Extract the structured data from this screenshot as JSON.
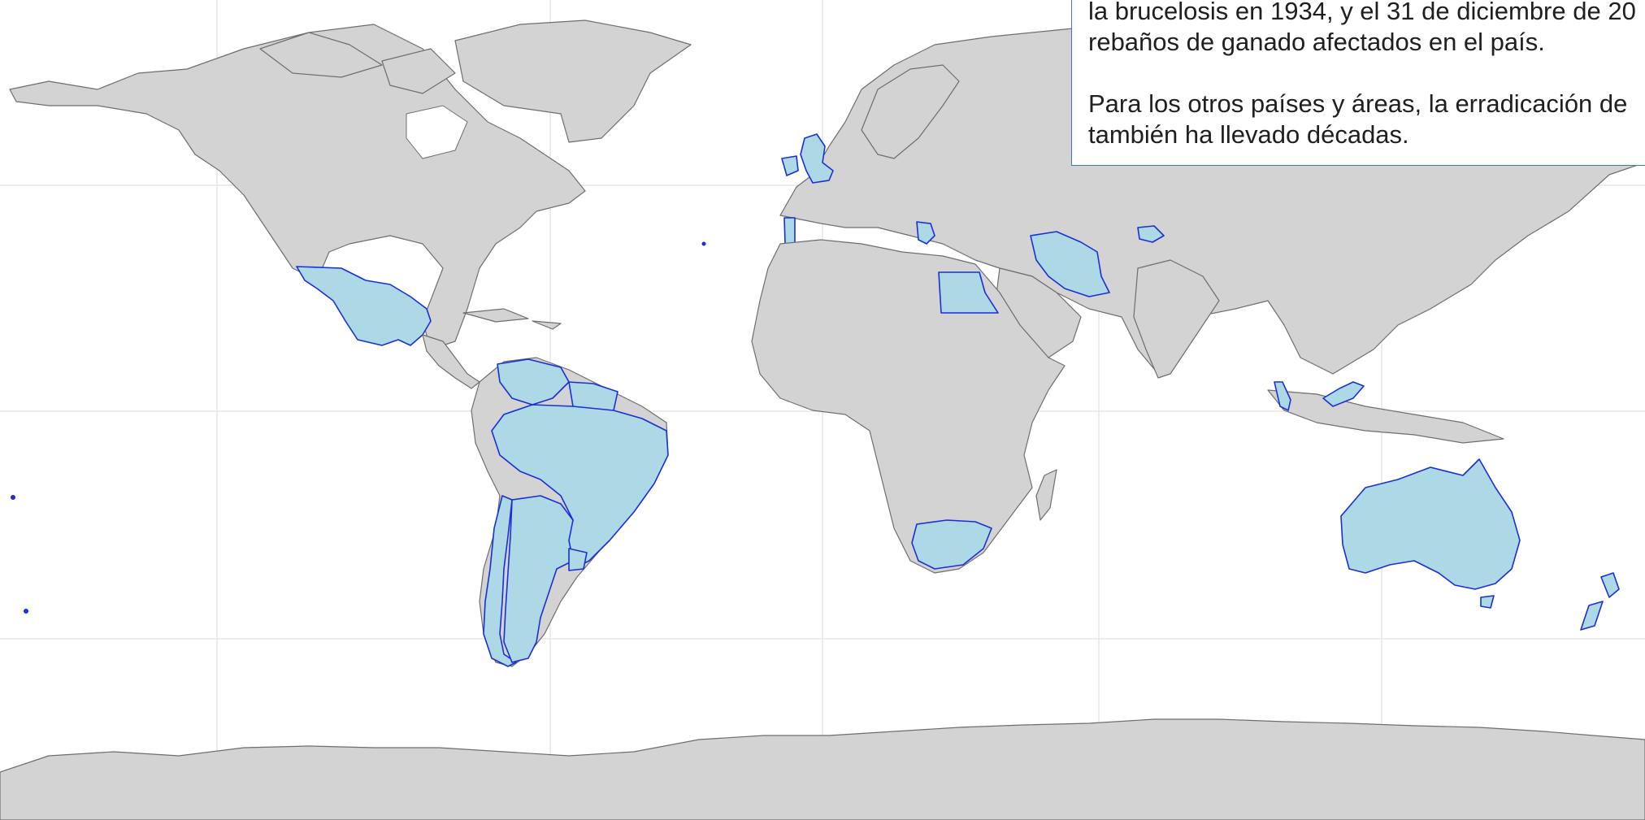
{
  "map": {
    "highlight_color": "#add8e6",
    "highlight_border_color": "#1a2fd6",
    "land_color": "#d3d3d3",
    "graticule_color": "#e6e6e6",
    "highlighted_regions": [
      "united-kingdom",
      "ireland",
      "portugal",
      "greece",
      "egypt",
      "iran",
      "tajikistan",
      "mexico",
      "venezuela",
      "guyana",
      "suriname",
      "brazil",
      "chile",
      "argentina",
      "uruguay",
      "south-africa",
      "malaysia",
      "australia",
      "new-zealand"
    ]
  },
  "note": {
    "line1": "la brucelosis en 1934, y el 31 de diciembre de 20",
    "line2": "rebaños de ganado afectados en el país.",
    "line3": "Para los otros países y áreas, la erradicación de",
    "line4": "también ha llevado décadas."
  }
}
